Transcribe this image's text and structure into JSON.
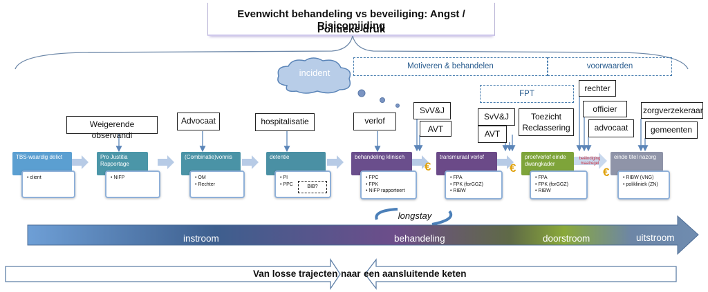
{
  "title": {
    "line1": "Evenwicht behandeling vs beveiliging: Angst / Risicomijding",
    "line2": "Politieke druk"
  },
  "incident": "incident",
  "motiveren": "Motiveren & behandelen",
  "voorwaarden": "voorwaarden",
  "fpt": "FPT",
  "labels": {
    "weigerende": "Weigerende observandi",
    "advocaat1": "Advocaat",
    "hospitalisatie": "hospitalisatie",
    "verlof": "verlof",
    "svvj1": "SvV&J",
    "avt1": "AVT",
    "svvj2": "SvV&J",
    "avt2": "AVT",
    "toezicht": "Toezicht Reclassering",
    "rechter": "rechter",
    "officier": "officier",
    "advocaat2": "advocaat",
    "zorgverzekeraar": "zorgverzekeraar",
    "gemeenten": "gemeenten"
  },
  "stages": [
    {
      "head": "TBS-waardig delict",
      "items": [
        "client"
      ],
      "color": "#5b9fd1"
    },
    {
      "head": "Pro Justitia Rapportage",
      "items": [
        "NIFP"
      ],
      "color": "#4b96a8"
    },
    {
      "head": "(Combinatie)vonnis",
      "items": [
        "OM",
        "Rechter"
      ],
      "color": "#4a93a6"
    },
    {
      "head": "detentie",
      "items": [
        "PI",
        "PPC"
      ],
      "extra": "BIB?",
      "color": "#4a90a4"
    },
    {
      "head": "behandeling klinisch",
      "items": [
        "FPC",
        "FPK",
        "NIFP rapporteert"
      ],
      "color": "#6a4e8c"
    },
    {
      "head": "transmuraal verlof",
      "items": [
        "FPA",
        "FPK       (forGGZ)",
        "RIBW"
      ],
      "color": "#6b4a88"
    },
    {
      "head": "proefverlof einde dwangkader",
      "items": [
        "FPA",
        "FPK       (forGGZ)",
        "RIBW"
      ],
      "color": "#7ea43a"
    },
    {
      "head": "einde titel nazorg",
      "items": [
        "RIBW (VNG)",
        "polikliniek (ZN)"
      ],
      "color": "#8f94a8"
    }
  ],
  "beeindiging": "beëindiging maatregel",
  "euro": "€",
  "longstay": "longstay",
  "band": {
    "instroom": "instroom",
    "behandeling": "behandeling",
    "doorstroom": "doorstroom",
    "uitstroom": "uitstroom"
  },
  "bottom": {
    "left": "Van losse trajecten",
    "mid": "naar",
    "right": "een aansluitende keten"
  }
}
